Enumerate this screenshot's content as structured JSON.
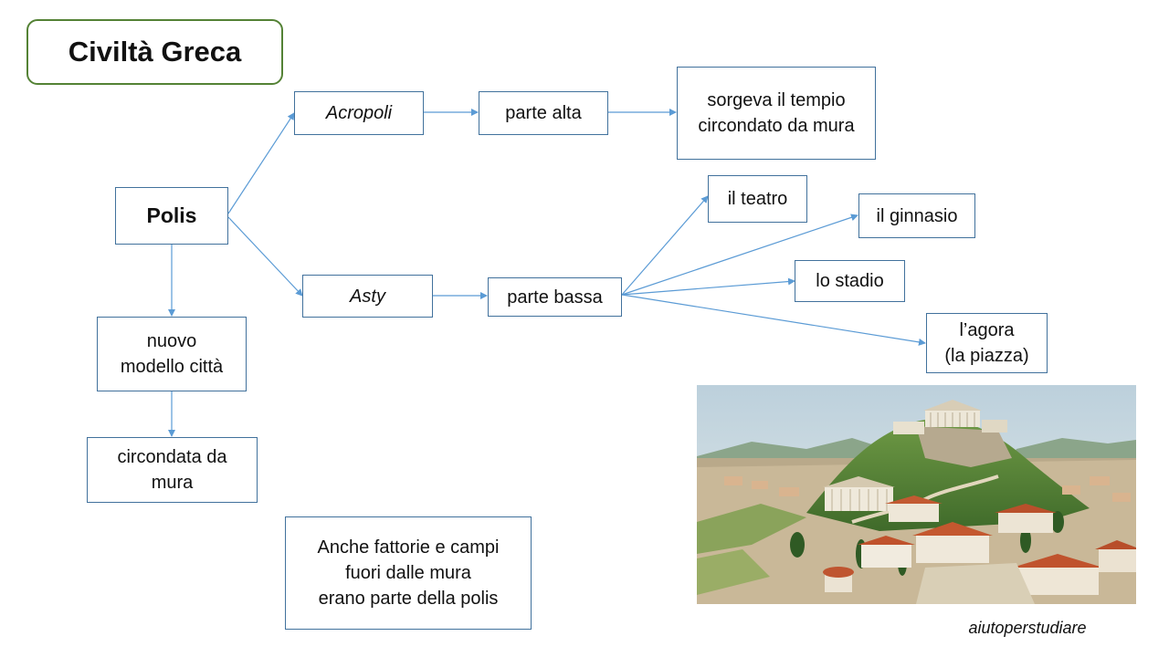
{
  "title": "Civiltà Greca",
  "nodes": {
    "polis": "Polis",
    "acropoli": "Acropoli",
    "parte_alta": "parte alta",
    "tempio": "sorgeva il tempio\ncircondato da mura",
    "asty": "Asty",
    "parte_bassa": "parte bassa",
    "teatro": "il teatro",
    "ginnasio": "il ginnasio",
    "stadio": "lo stadio",
    "agora": "l’agora\n(la piazza)",
    "nuovo_modello": "nuovo\nmodello città",
    "circondata": "circondata da\nmura",
    "fattorie": "Anche fattorie e campi\nfuori dalle mura\nerano parte della polis"
  },
  "credit": "aiutoperstudiare",
  "colors": {
    "title_border": "#548235",
    "node_border": "#41719c",
    "arrow": "#5b9bd5"
  }
}
